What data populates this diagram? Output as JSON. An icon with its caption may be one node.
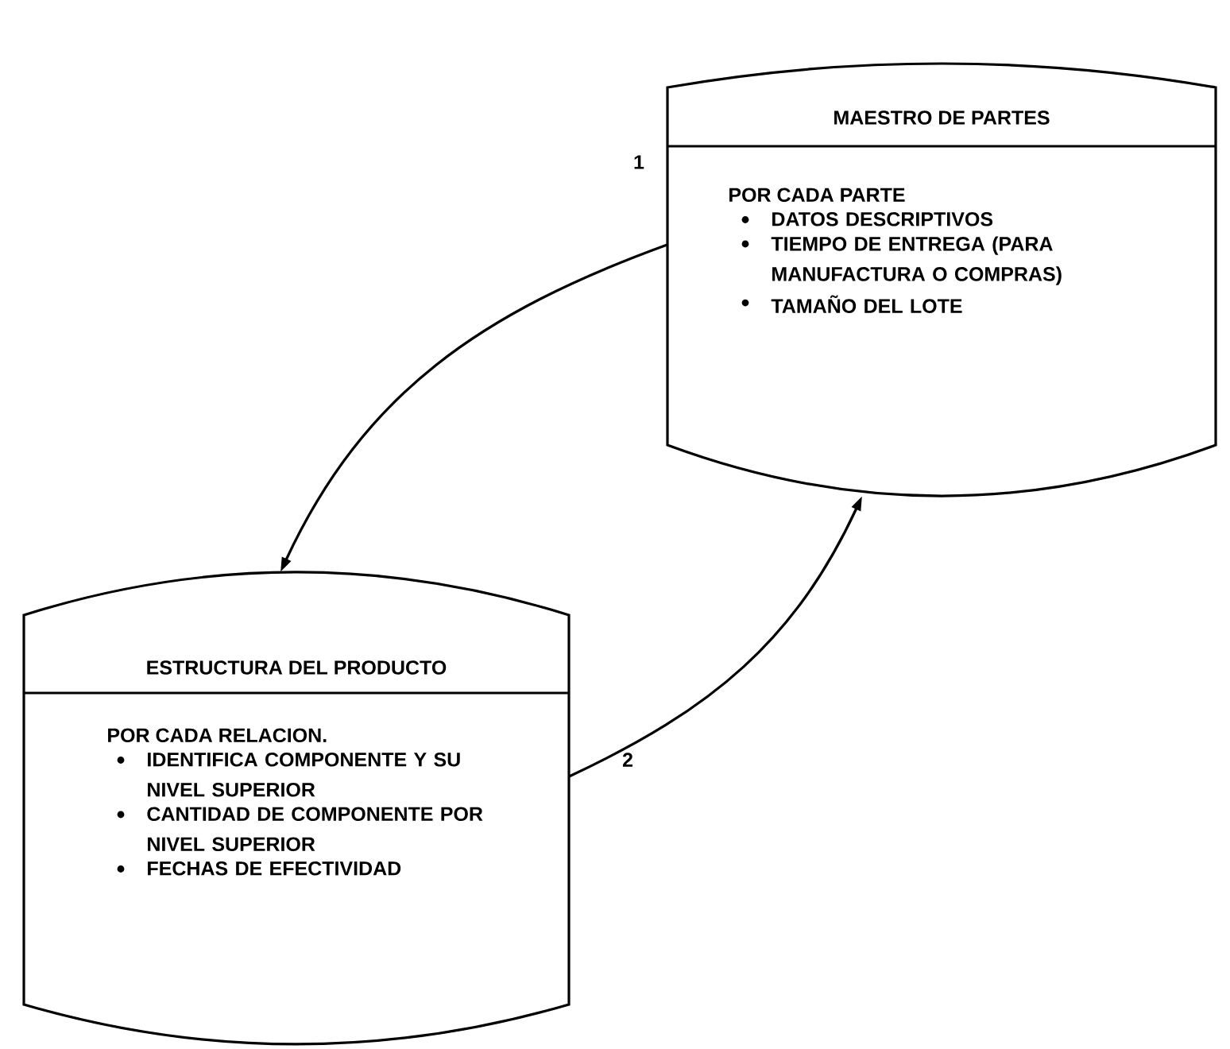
{
  "diagram": {
    "nodes": [
      {
        "text": [
          "MAESTRO DE PARTES",
          "POR CADA PARTE",
          "DATOS DESCRIPTIVOS",
          "TIEMPO DE ENTREGA (PARA MANUFACTURA O COMPRAS)",
          "TAMAÑO DEL LOTE"
        ]
      },
      {
        "text": [
          "ESTRUCTURA DEL PRODUCTO",
          "POR CADA RELACION.",
          "IDENTIFICA COMPONENTE Y SU NIVEL SUPERIOR",
          "CANTIDAD DE COMPONENTE POR NIVEL SUPERIOR",
          "FECHAS DE EFECTIVIDAD"
        ]
      }
    ],
    "edges": [
      {
        "from": 0,
        "to": 1,
        "arrow": "to",
        "label": "1"
      },
      {
        "from": 1,
        "to": 0,
        "arrow": "to",
        "label": "2"
      }
    ]
  }
}
